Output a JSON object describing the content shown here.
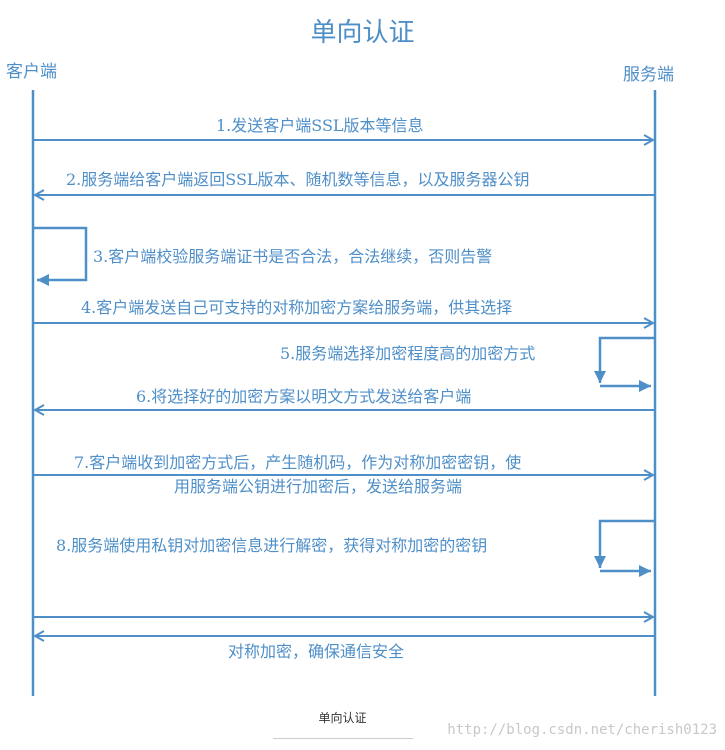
{
  "title": "单向认证",
  "actors": {
    "client": "客户端",
    "server": "服务端"
  },
  "messages": [
    {
      "text": "1.发送客户端SSL版本等信息",
      "from": "client",
      "to": "server"
    },
    {
      "text": "2.服务端给客户端返回SSL版本、随机数等信息，以及服务器公钥",
      "from": "server",
      "to": "client"
    },
    {
      "text": "3.客户端校验服务端证书是否合法，合法继续，否则告警",
      "from": "client",
      "to": "client"
    },
    {
      "text": "4.客户端发送自己可支持的对称加密方案给服务端，供其选择",
      "from": "client",
      "to": "server"
    },
    {
      "text": "5.服务端选择加密程度高的加密方式",
      "from": "server",
      "to": "server"
    },
    {
      "text": "6.将选择好的加密方案以明文方式发送给客户端",
      "from": "server",
      "to": "client"
    },
    {
      "text_line1": "7.客户端收到加密方式后，产生随机码，作为对称加密密钥，使",
      "text_line2": "用服务端公钥进行加密后，发送给服务端",
      "from": "client",
      "to": "server"
    },
    {
      "text": "8.服务端使用私钥对加密信息进行解密，获得对称加密的密钥",
      "from": "server",
      "to": "server"
    },
    {
      "text": "对称加密，确保通信安全",
      "from": "both",
      "to": "both"
    }
  ],
  "caption": "单向认证",
  "watermark": "http://blog.csdn.net/cherish0123",
  "colors": {
    "line": "#4f8fc8",
    "text": "#4f8fc8"
  }
}
